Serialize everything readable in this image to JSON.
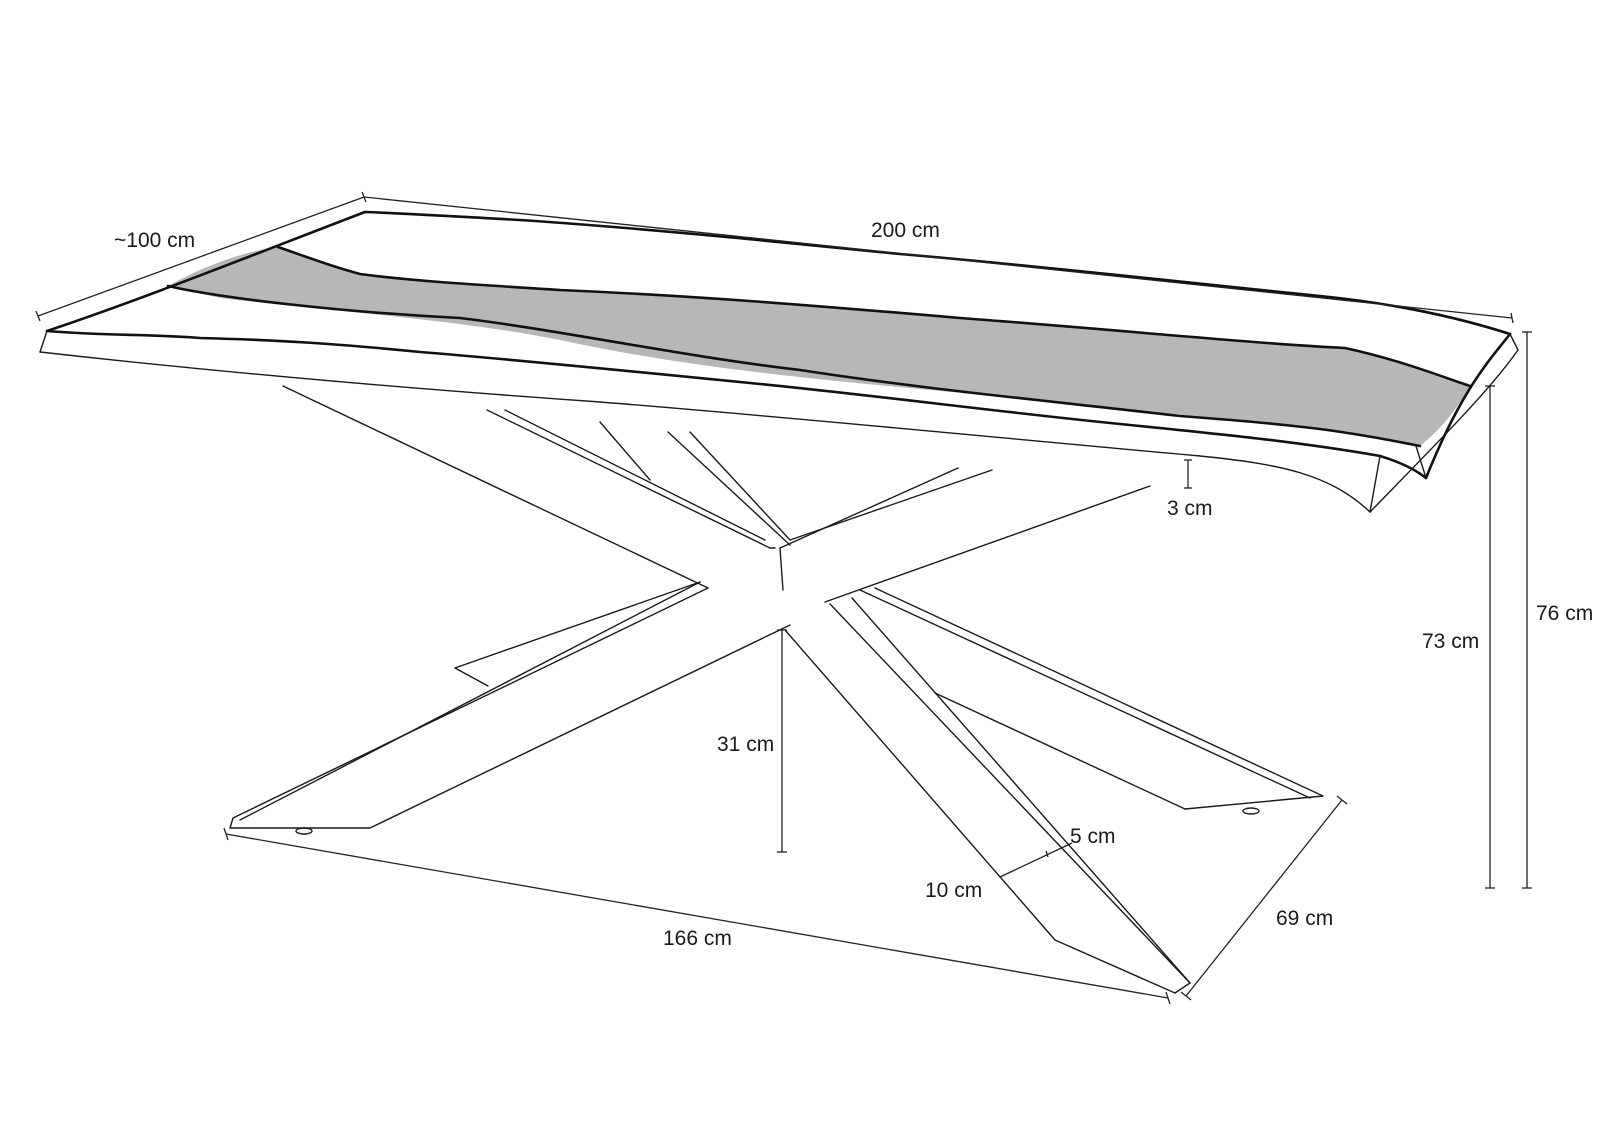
{
  "colors": {
    "line": "#1a1a1a",
    "resin": "#b7b7b7",
    "background": "#ffffff"
  },
  "dimensions": {
    "width_top": "~100 cm",
    "length_top": "200 cm",
    "thickness": "3 cm",
    "total_height": "76 cm",
    "leg_height": "73 cm",
    "center_height": "31 cm",
    "base_length": "166 cm",
    "base_width": "69 cm",
    "leg_width": "5 cm",
    "leg_depth": "10 cm"
  }
}
